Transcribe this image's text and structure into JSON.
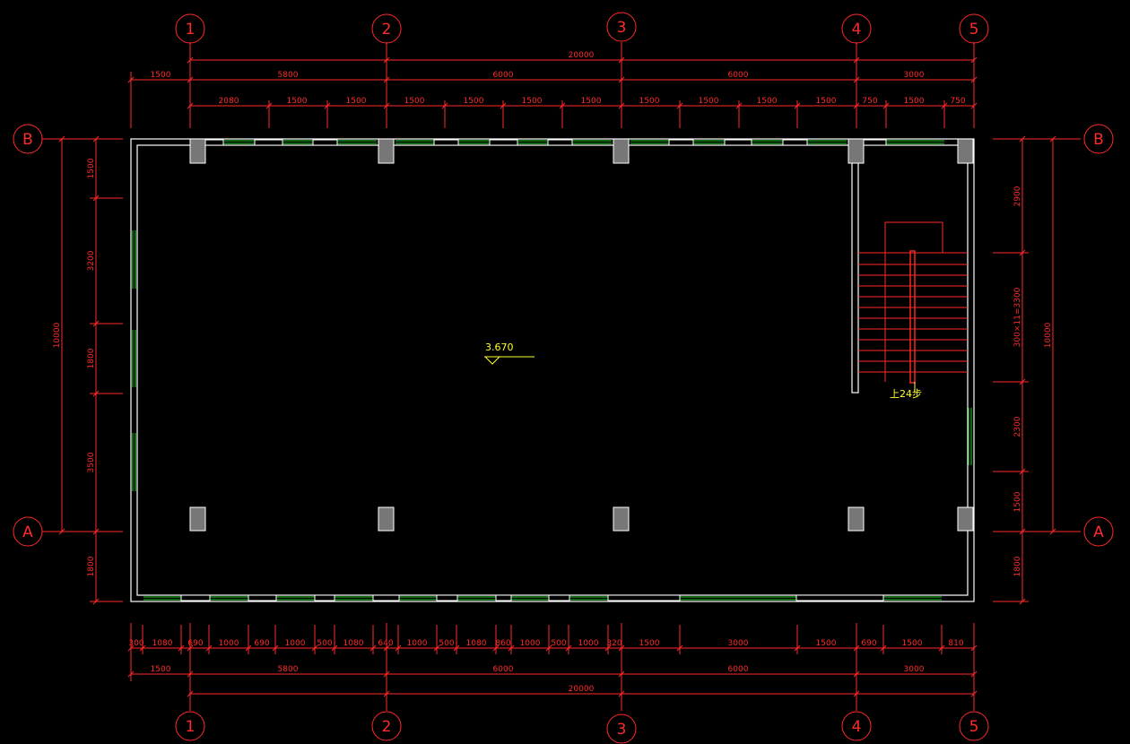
{
  "colors": {
    "background": "#000000",
    "dimension": "#ff2a2a",
    "wall": "#ffffff",
    "window": "#22cc22",
    "column": "#777777",
    "annotation": "#ffff33"
  },
  "axes": {
    "columns": [
      "1",
      "2",
      "3",
      "4",
      "5"
    ],
    "rows": [
      "A",
      "B"
    ]
  },
  "dimensions": {
    "top_total": "20000",
    "top_bays": [
      "1500",
      "5800",
      "6000",
      "6000",
      "3000"
    ],
    "top_openings": [
      "2080",
      "1500",
      "1500",
      "1500",
      "1500",
      "1500",
      "1500",
      "1500",
      "1500",
      "1500",
      "1500",
      "750",
      "1500",
      "750"
    ],
    "bottom_openings": [
      "300",
      "1080",
      "690",
      "1000",
      "690",
      "1000",
      "500",
      "1080",
      "640",
      "1000",
      "500",
      "1080",
      "860",
      "1000",
      "500",
      "1000",
      "320",
      "1500",
      "3000",
      "1500",
      "690",
      "1500",
      "810"
    ],
    "bottom_bays": [
      "1500",
      "5800",
      "6000",
      "6000",
      "3000"
    ],
    "bottom_total": "20000",
    "left_total": "10000",
    "left_segments": [
      "1500",
      "3200",
      "1800",
      "3500",
      "1800"
    ],
    "right_total": "10000",
    "right_segments": [
      "2900",
      "300×11=3300",
      "2300",
      "1500",
      "1800"
    ]
  },
  "annotations": {
    "elevation": "3.670",
    "stair_note": "上24步"
  }
}
